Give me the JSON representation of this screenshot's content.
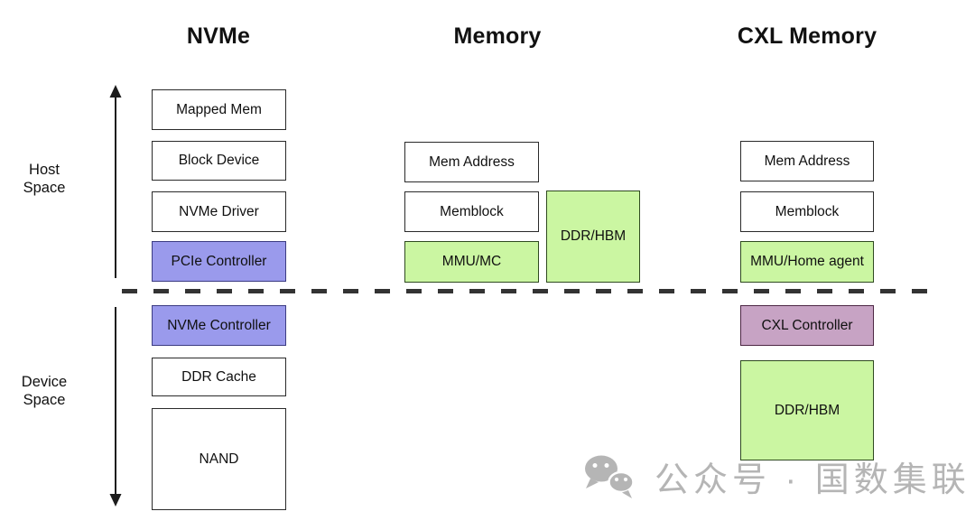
{
  "colors": {
    "purple": "#9a9aec",
    "green": "#cbf6a2",
    "pink": "#c7a3c4",
    "line": "#333333",
    "watermark": "#b5b5b5"
  },
  "labels": {
    "host": [
      "Host",
      "Space"
    ],
    "device": [
      "Device",
      "Space"
    ]
  },
  "columns": {
    "nvme": {
      "title": "NVMe",
      "boxes": [
        {
          "label": "Mapped Mem",
          "color": "white",
          "space": "host"
        },
        {
          "label": "Block Device",
          "color": "white",
          "space": "host"
        },
        {
          "label": "NVMe Driver",
          "color": "white",
          "space": "host"
        },
        {
          "label": "PCIe Controller",
          "color": "purple",
          "space": "host"
        },
        {
          "label": "NVMe Controller",
          "color": "purple",
          "space": "device"
        },
        {
          "label": "DDR Cache",
          "color": "white",
          "space": "device"
        },
        {
          "label": "NAND",
          "color": "white",
          "space": "device"
        }
      ]
    },
    "memory": {
      "title": "Memory",
      "boxes": [
        {
          "label": "Mem Address",
          "color": "white",
          "space": "host"
        },
        {
          "label": "Memblock",
          "color": "white",
          "space": "host"
        },
        {
          "label": "MMU/MC",
          "color": "green",
          "space": "host"
        },
        {
          "label": "DDR/HBM",
          "color": "green",
          "space": "host"
        }
      ]
    },
    "cxl": {
      "title": "CXL Memory",
      "boxes": [
        {
          "label": "Mem Address",
          "color": "white",
          "space": "host"
        },
        {
          "label": "Memblock",
          "color": "white",
          "space": "host"
        },
        {
          "label": "MMU/Home agent",
          "color": "green",
          "space": "host"
        },
        {
          "label": "CXL Controller",
          "color": "pink",
          "space": "device"
        },
        {
          "label": "DDR/HBM",
          "color": "green",
          "space": "device"
        }
      ]
    }
  },
  "watermark": {
    "icon": "wechat-icon",
    "text": "公众号 · 国数集联"
  }
}
